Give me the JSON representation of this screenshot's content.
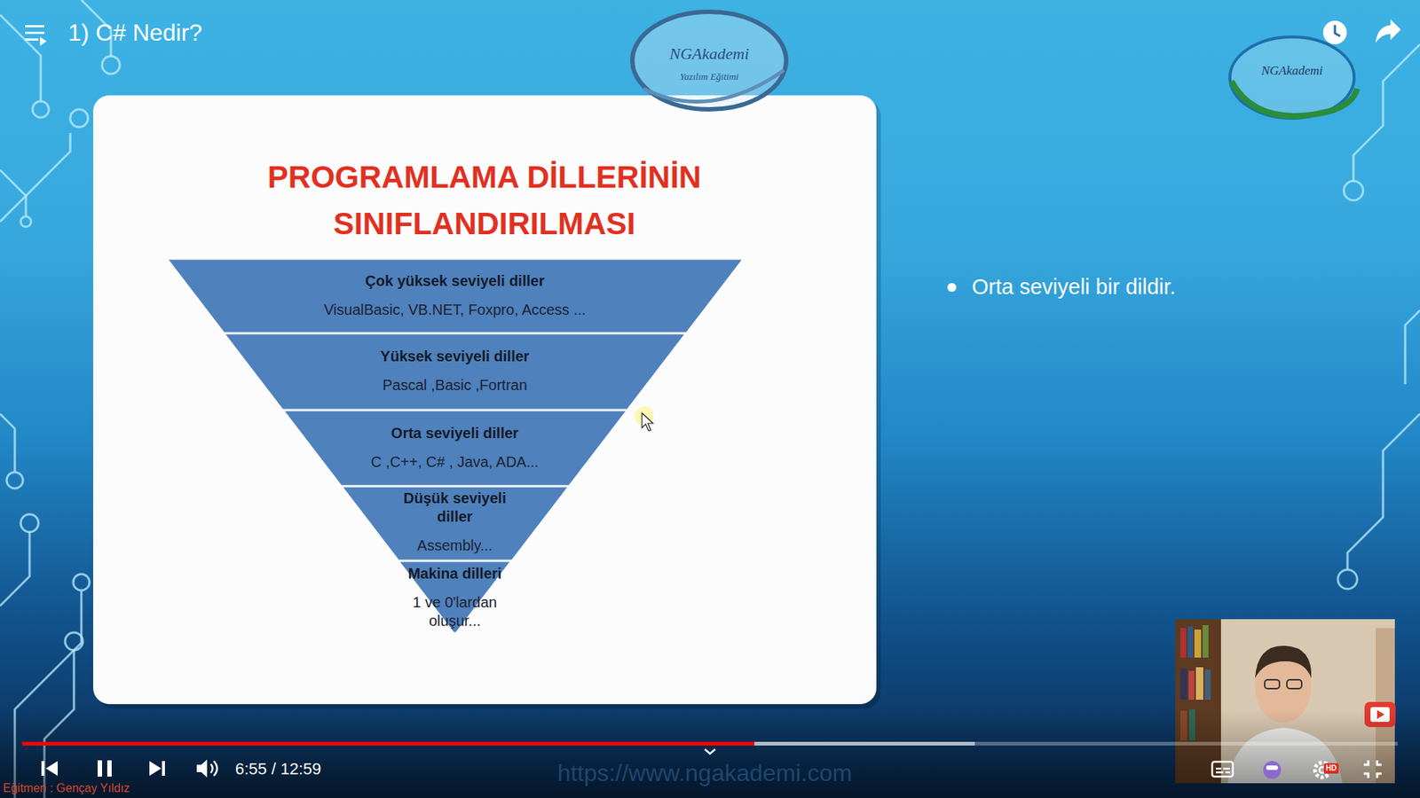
{
  "diagram": {
    "title": "PROGRAMLAMA DİLLERİNİN SINIFLANDIRILMASI",
    "nodes": [
      {
        "text": [
          "Çok yüksek seviyeli diller",
          "VisualBasic, VB.NET, Foxpro, Access ..."
        ]
      },
      {
        "text": [
          "Yüksek seviyeli diller",
          "Pascal ,Basic ,Fortran"
        ]
      },
      {
        "text": [
          "Orta seviyeli diller",
          "C ,C++, C# , Java, ADA..."
        ]
      },
      {
        "text": [
          "Düşük seviyeli diller",
          "Assembly..."
        ]
      },
      {
        "text": [
          "Makina dilleri",
          "1 ve 0'lardan oluşur..."
        ]
      }
    ],
    "labels": [
      "1) C# Nedir?",
      "NGAkademi",
      "Yazılım Eğitimi",
      "NGAkademi",
      "Orta seviyeli bir dildir.",
      "6:55 / 12:59",
      "HD",
      "https://www.ngakademi.com",
      "Eğitmen : Gençay Yıldız"
    ]
  }
}
